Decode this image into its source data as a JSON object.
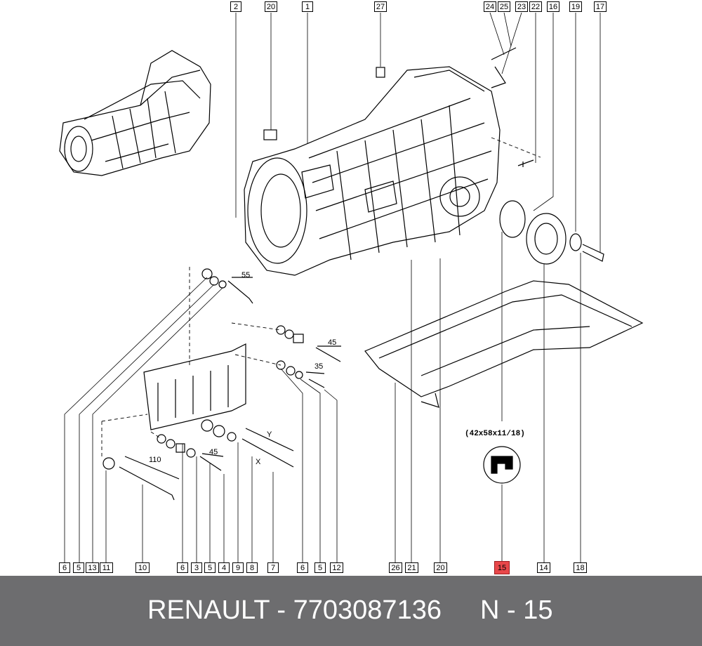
{
  "callouts_top": [
    {
      "id": "c-top-2",
      "label": "2"
    },
    {
      "id": "c-top-20",
      "label": "20"
    },
    {
      "id": "c-top-1",
      "label": "1"
    },
    {
      "id": "c-top-27",
      "label": "27"
    },
    {
      "id": "c-top-24",
      "label": "24"
    },
    {
      "id": "c-top-25",
      "label": "25"
    },
    {
      "id": "c-top-23",
      "label": "23"
    },
    {
      "id": "c-top-22",
      "label": "22"
    },
    {
      "id": "c-top-16",
      "label": "16"
    },
    {
      "id": "c-top-19",
      "label": "19"
    },
    {
      "id": "c-top-17",
      "label": "17"
    }
  ],
  "callouts_bottom": [
    {
      "id": "c-bot-6a",
      "label": "6"
    },
    {
      "id": "c-bot-5a",
      "label": "5"
    },
    {
      "id": "c-bot-13",
      "label": "13"
    },
    {
      "id": "c-bot-11",
      "label": "11"
    },
    {
      "id": "c-bot-10",
      "label": "10"
    },
    {
      "id": "c-bot-6b",
      "label": "6"
    },
    {
      "id": "c-bot-3",
      "label": "3"
    },
    {
      "id": "c-bot-5b",
      "label": "5"
    },
    {
      "id": "c-bot-4",
      "label": "4"
    },
    {
      "id": "c-bot-9",
      "label": "9"
    },
    {
      "id": "c-bot-8",
      "label": "8"
    },
    {
      "id": "c-bot-7",
      "label": "7"
    },
    {
      "id": "c-bot-6c",
      "label": "6"
    },
    {
      "id": "c-bot-5c",
      "label": "5"
    },
    {
      "id": "c-bot-12",
      "label": "12"
    },
    {
      "id": "c-bot-26",
      "label": "26"
    },
    {
      "id": "c-bot-21",
      "label": "21"
    },
    {
      "id": "c-bot-20",
      "label": "20"
    },
    {
      "id": "c-bot-15",
      "label": "15",
      "highlight": true
    },
    {
      "id": "c-bot-14",
      "label": "14"
    },
    {
      "id": "c-bot-18",
      "label": "18"
    }
  ],
  "dimensions": {
    "d55": "55",
    "d45a": "45",
    "d35": "35",
    "d110": "110",
    "d45b": "45",
    "dY": "Y",
    "dX": "X"
  },
  "seal_spec": "(42x58x11/18)",
  "footer": {
    "brand_and_part": "RENAULT - 7703087136",
    "reference": "N - 15"
  },
  "colors": {
    "highlight": "#e8474a",
    "footer_bg": "#6d6d6f",
    "footer_text": "#ffffff"
  }
}
